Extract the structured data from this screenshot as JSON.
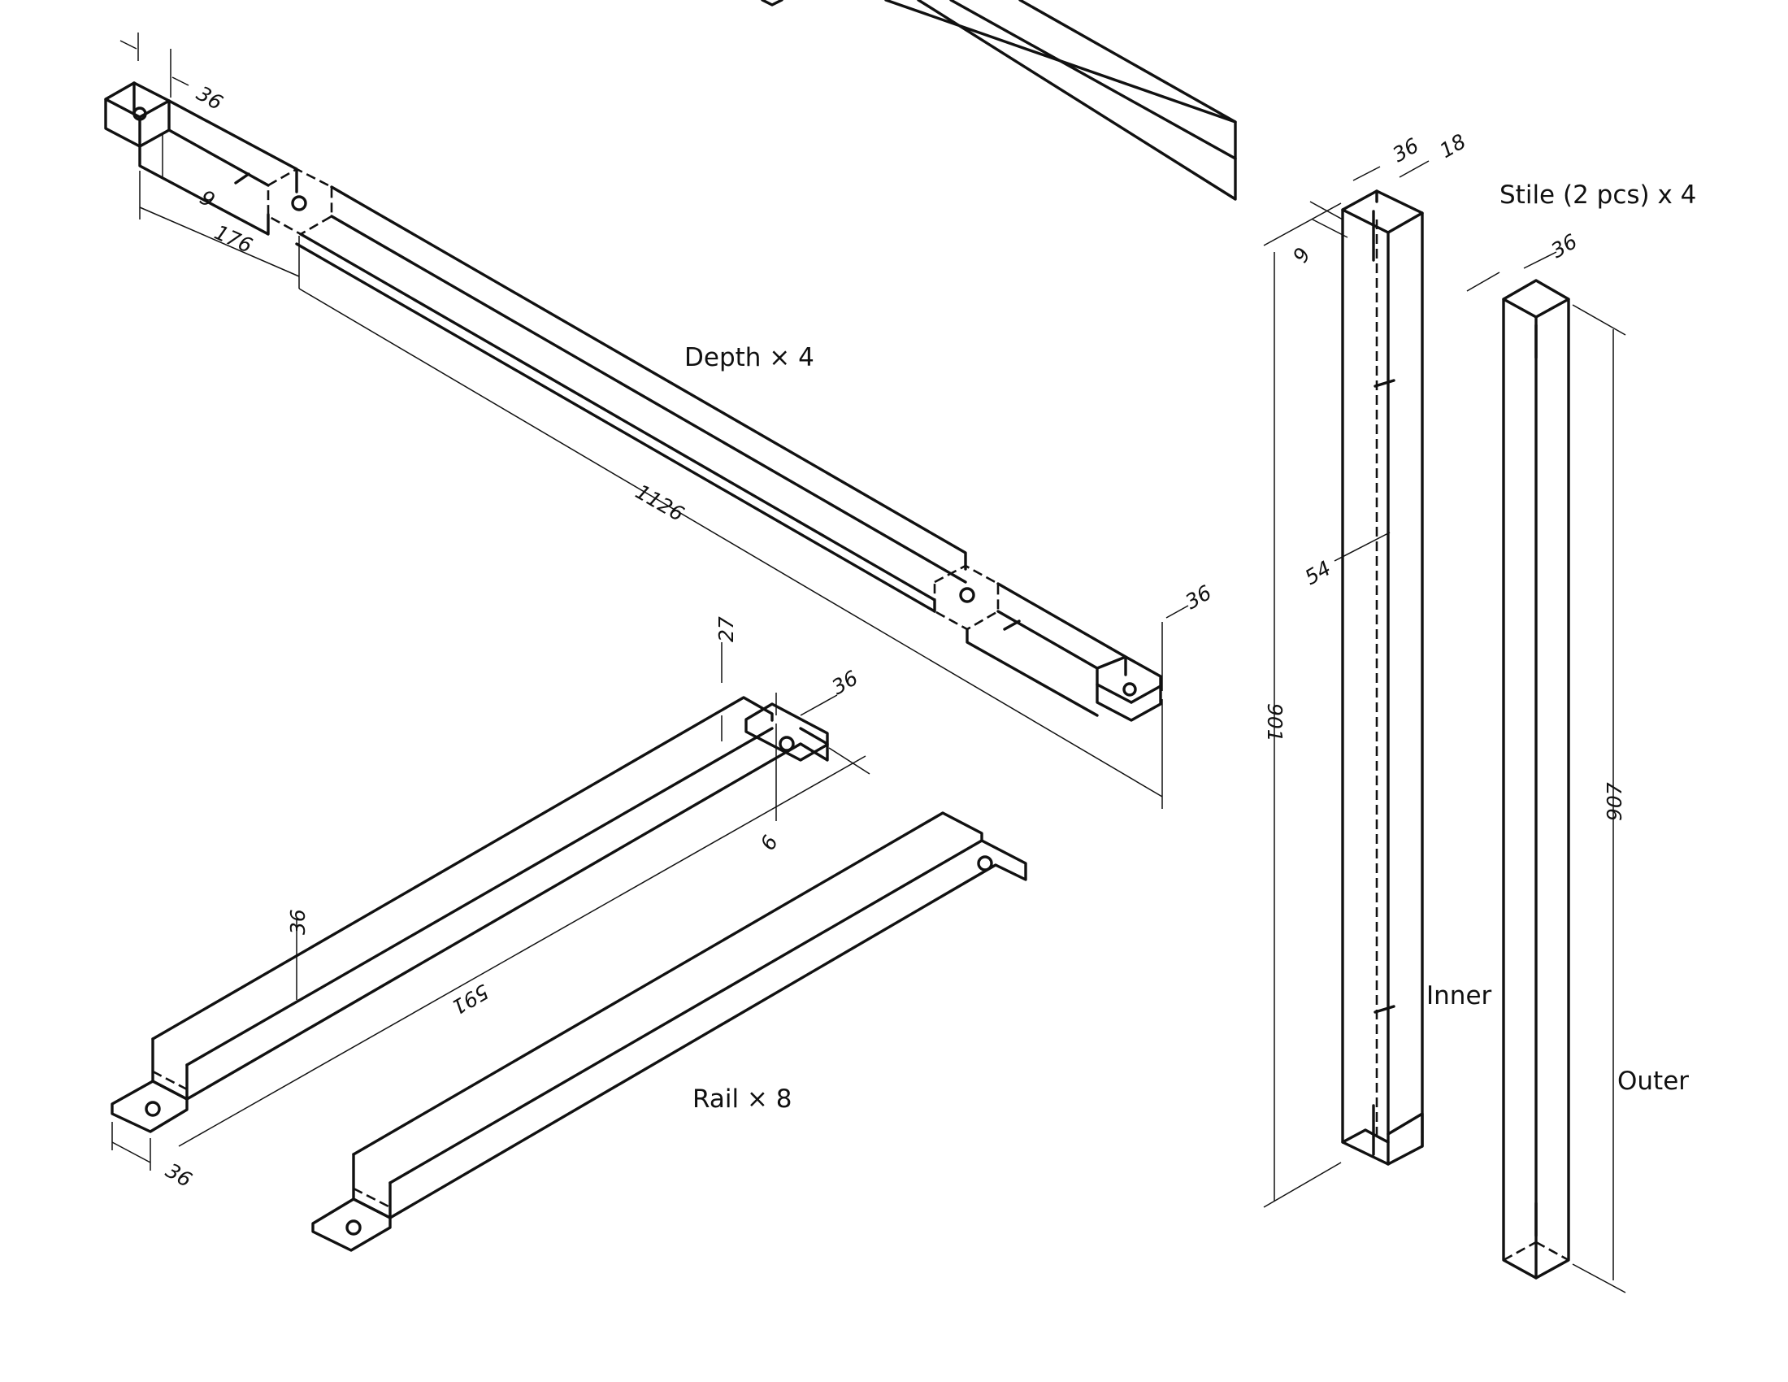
{
  "labels": {
    "depth": "Depth × 4",
    "rail": "Rail × 8",
    "stile": "Stile (2 pcs) x 4",
    "inner": "Inner",
    "outer": "Outer"
  },
  "dimensions": {
    "depth_width_top": "36",
    "depth_end_offset": "9",
    "depth_tenon": "176",
    "depth_length": "1126",
    "depth_width_end": "36",
    "rail_height": "27",
    "rail_width_top": "36",
    "rail_offset": "9",
    "rail_depth": "36",
    "rail_length": "591",
    "rail_width_bottom": "36",
    "stile_width": "36",
    "stile_thickness": "18",
    "stile_offset": "9",
    "stile_slot": "54",
    "stile_inner_length": "901",
    "stile_outer_width": "36",
    "stile_outer_length": "907"
  }
}
